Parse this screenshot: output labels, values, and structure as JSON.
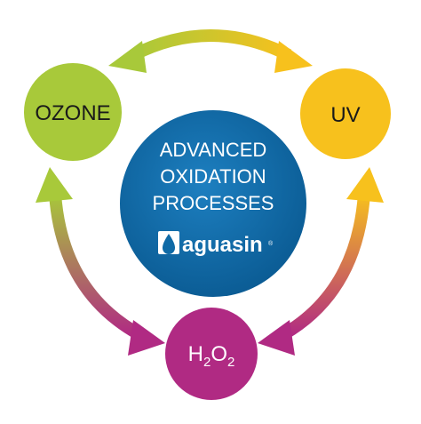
{
  "center": {
    "title_lines": [
      "ADVANCED",
      "OXIDATION",
      "PROCESSES"
    ],
    "brand": "aguasin",
    "brand_mark": "®",
    "color": "#0f6aa6",
    "text_color": "#ffffff"
  },
  "nodes": {
    "ozone": {
      "label": "OZONE",
      "color": "#a8c93a",
      "text_color": "#1a1a1a"
    },
    "uv": {
      "label": "UV",
      "color": "#f7c11d",
      "text_color": "#1a1a1a"
    },
    "h2o2": {
      "label_main": "H",
      "sub1": "2",
      "label_mid": "O",
      "sub2": "2",
      "color": "#b02a83",
      "text_color": "#ffffff"
    }
  },
  "icons": {
    "logo": "water-drop-icon",
    "arrows": "bidirectional-arrow-icon"
  }
}
